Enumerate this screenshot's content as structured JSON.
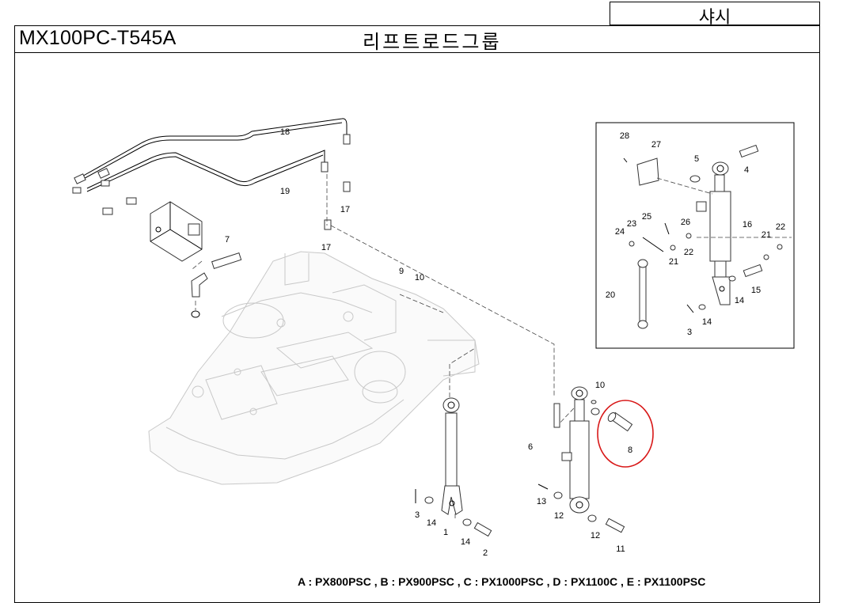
{
  "header": {
    "section": "샤시",
    "model": "MX100PC-T545A",
    "group_title": "리프트로드그룹"
  },
  "callouts": {
    "main": [
      "18",
      "19",
      "17",
      "17",
      "7",
      "9",
      "10",
      "10",
      "6",
      "8",
      "13",
      "12",
      "12",
      "11",
      "3",
      "14",
      "1",
      "14",
      "2"
    ],
    "inset": [
      "28",
      "27",
      "5",
      "4",
      "16",
      "25",
      "23",
      "24",
      "26",
      "21",
      "22",
      "21",
      "22",
      "20",
      "15",
      "14",
      "3",
      "14"
    ]
  },
  "highlight": {
    "part": "8",
    "color": "#d81818"
  },
  "footer": {
    "legend": "A : PX800PSC , B : PX900PSC , C : PX1000PSC , D : PX1100C , E : PX1100PSC"
  }
}
